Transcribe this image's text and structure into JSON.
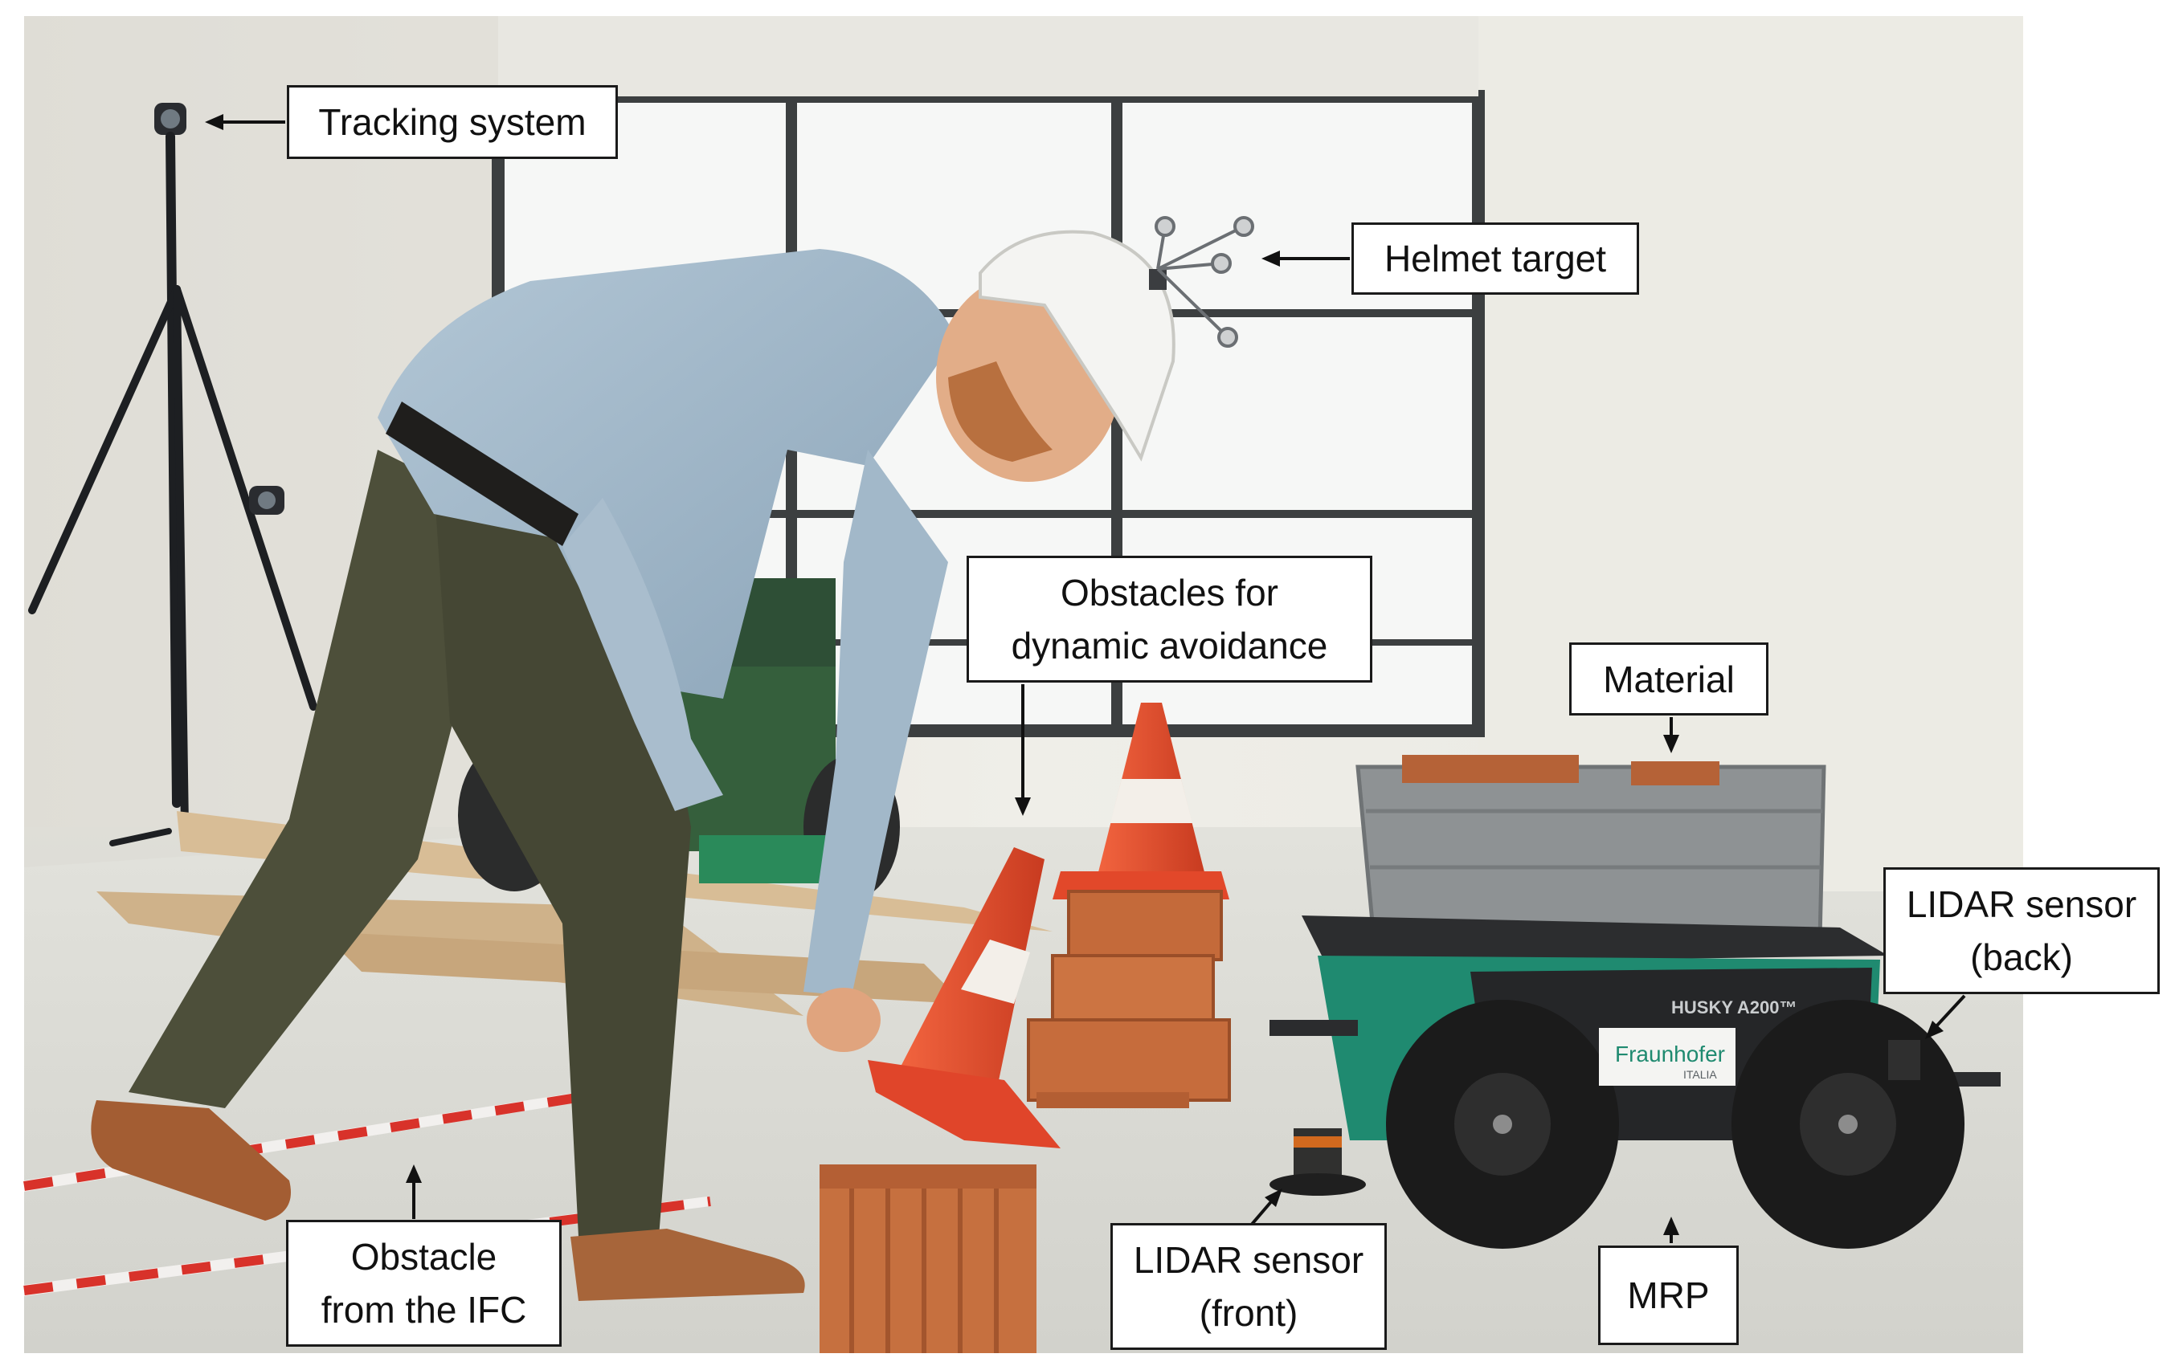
{
  "labels": {
    "tracking_system": "Tracking system",
    "helmet_target": "Helmet target",
    "obstacles_line1": "Obstacles for",
    "obstacles_line2": "dynamic avoidance",
    "material": "Material",
    "lidar_back_line1": "LIDAR sensor",
    "lidar_back_line2": "(back)",
    "obstacle_ifc_line1": "Obstacle",
    "obstacle_ifc_line2": "from the IFC",
    "lidar_front_line1": "LIDAR sensor",
    "lidar_front_line2": "(front)",
    "mrp": "MRP"
  },
  "robot_decals": {
    "model": "HUSKY A200™",
    "brand": "Fraunhofer",
    "brand_sub": "ITALIA"
  },
  "colors": {
    "cone_orange": "#e8482a",
    "cone_stripe": "#f3efe9",
    "brick": "#c5703f",
    "robot_green": "#1f8a70",
    "shirt_blue": "#9eb6c9",
    "trousers_olive": "#4a4c38",
    "wall": "#ecebe5",
    "floor": "#dcdcd6"
  }
}
